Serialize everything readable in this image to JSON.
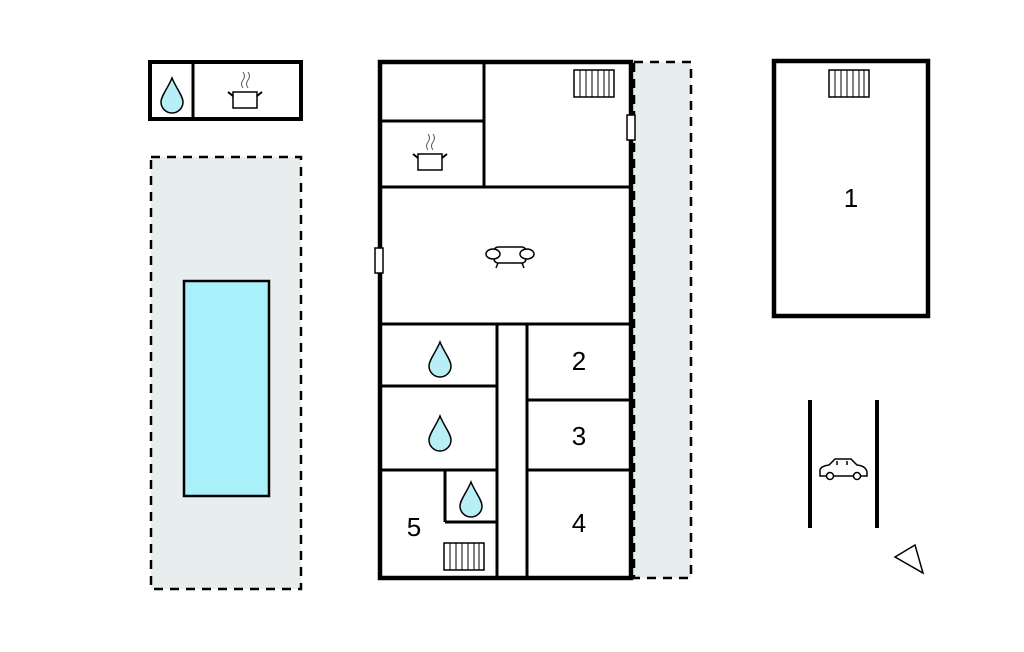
{
  "colors": {
    "terrace": "#e8eeee",
    "pool": "#aaf0fa",
    "water_drop": "#b8eef5",
    "wall": "#000000"
  },
  "rooms": {
    "bedroom_2": "2",
    "bedroom_3": "3",
    "bedroom_4": "4",
    "bedroom_5": "5",
    "annex_1": "1"
  },
  "icons": [
    "water-drop-icon",
    "cooking-pot-icon",
    "radiator-icon",
    "sofa-icon",
    "car-icon",
    "north-arrow-icon",
    "window-icon"
  ]
}
